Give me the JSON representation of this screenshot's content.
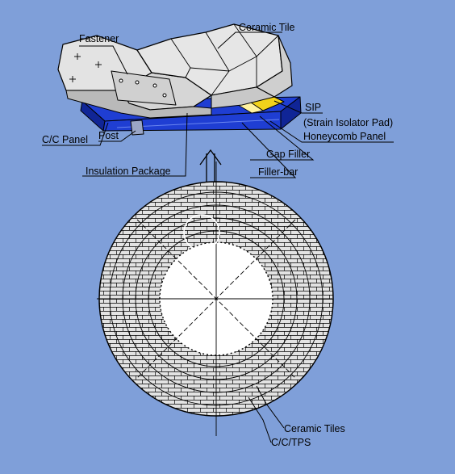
{
  "colors": {
    "background": "#7f9fd9",
    "tile": "#e3e3e3",
    "tile_shadow": "#b9b9b9",
    "blue_panel": "#1f3ed3",
    "blue_panel_dark": "#102596",
    "sip_yellow": "#f2d21b",
    "line": "#000000"
  },
  "labels": {
    "fastener": "Fastener",
    "ceramic_tile": "Ceramic Tile",
    "sip": "SIP",
    "sip_full": "(Strain Isolator Pad)",
    "honeycomb_panel": "Honeycomb Panel",
    "cc_panel": "C/C Panel",
    "post": "Post",
    "gap_filler": "Gap Filler",
    "insulation_package": "Insulation Package",
    "filler_bar": "Filler-bar",
    "ceramic_tiles": "Ceramic Tiles",
    "cc_tps": "C/C/TPS"
  },
  "icons": {
    "expand_arrow": "double-up-arrow-icon"
  }
}
